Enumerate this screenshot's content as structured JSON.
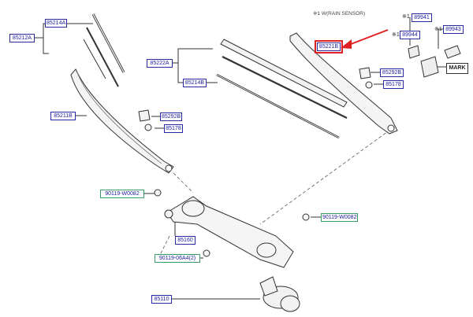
{
  "header": {
    "note": "※1 W(RAIN SENSOR)"
  },
  "marks": {
    "asterisk": "※1"
  },
  "labels": {
    "p85214A": "85214A",
    "p85212A": "85212A",
    "p85222A": "85222A",
    "p85221B": "85221B",
    "p85214B": "85214B",
    "p85292B_r": "85292B",
    "p85178_r": "85178",
    "p85211B": "85211B",
    "p85292B_l": "85292B",
    "p85178_l": "85178",
    "p89941": "89941",
    "p89944": "89944",
    "p89943": "89943",
    "p90119_a": "90119-W0082",
    "p90119_b": "90119-W0082",
    "p90119_c": "90119-06A4(2)",
    "p85160": "85160",
    "p85110": "85110"
  },
  "mark_label": "MARK",
  "colors": {
    "tag_border": "#2a2aa0",
    "tag_text": "#1c1ca0",
    "highlight": "#e02020",
    "line": "#333333"
  }
}
